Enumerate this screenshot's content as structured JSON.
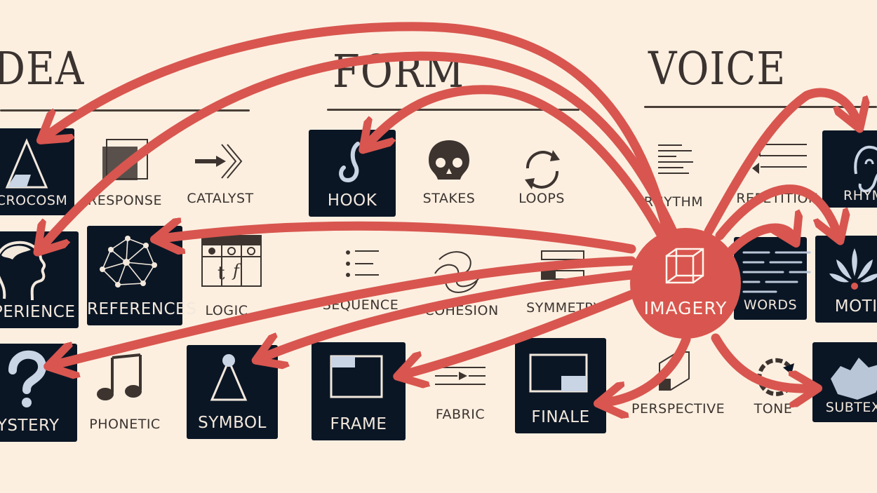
{
  "headings": {
    "idea": "IDEA",
    "form": "FORM",
    "voice": "VOICE"
  },
  "hub": {
    "label": "IMAGERY",
    "icon": "cube-icon"
  },
  "nodes": {
    "microcosm": {
      "label": "MICROCOSM",
      "icon": "triangle-icon"
    },
    "response": {
      "label": "RESPONSE",
      "icon": "response-square-icon"
    },
    "catalyst": {
      "label": "CATALYST",
      "icon": "chevron-arrow-icon"
    },
    "hook": {
      "label": "HOOK",
      "icon": "hook-icon"
    },
    "stakes": {
      "label": "STAKES",
      "icon": "skull-icon"
    },
    "loops": {
      "label": "LOOPS",
      "icon": "loop-arrows-icon"
    },
    "rhythm": {
      "label": "RHYTHM",
      "icon": "lines-icon"
    },
    "repetition": {
      "label": "REPETITION",
      "icon": "repeat-lines-icon"
    },
    "rhyme": {
      "label": "RHYME",
      "icon": "ear-icon"
    },
    "experience": {
      "label": "EXPERIENCE",
      "icon": "head-profile-icon"
    },
    "references": {
      "label": "REFERENCES",
      "icon": "network-icon"
    },
    "logic": {
      "label": "LOGIC",
      "icon": "truth-table-icon"
    },
    "sequence": {
      "label": "SEQUENCE",
      "icon": "list-icon"
    },
    "cohesion": {
      "label": "COHESION",
      "icon": "tangle-icon"
    },
    "symmetry": {
      "label": "SYMMETRY",
      "icon": "mirror-bars-icon"
    },
    "words": {
      "label": "WORDS",
      "icon": "word-lines-icon"
    },
    "motif": {
      "label": "MOTIF",
      "icon": "fleur-icon"
    },
    "mystery": {
      "label": "MYSTERY",
      "icon": "question-icon"
    },
    "phonetic": {
      "label": "PHONETIC",
      "icon": "music-notes-icon"
    },
    "symbol": {
      "label": "SYMBOL",
      "icon": "symbol-triangle-icon"
    },
    "frame": {
      "label": "FRAME",
      "icon": "frame-icon"
    },
    "fabric": {
      "label": "FABRIC",
      "icon": "fabric-lines-icon"
    },
    "finale": {
      "label": "FINALE",
      "icon": "finale-frame-icon"
    },
    "perspective": {
      "label": "PERSPECTIVE",
      "icon": "box-perspective-icon"
    },
    "tone": {
      "label": "TONE",
      "icon": "tone-wheel-icon"
    },
    "subtext": {
      "label": "SUBTEXT",
      "icon": "iceberg-icon"
    }
  },
  "colors": {
    "background": "#fcefe0",
    "arrow": "#d8564f",
    "tile": "#0b1625",
    "ink": "#3d3430"
  }
}
